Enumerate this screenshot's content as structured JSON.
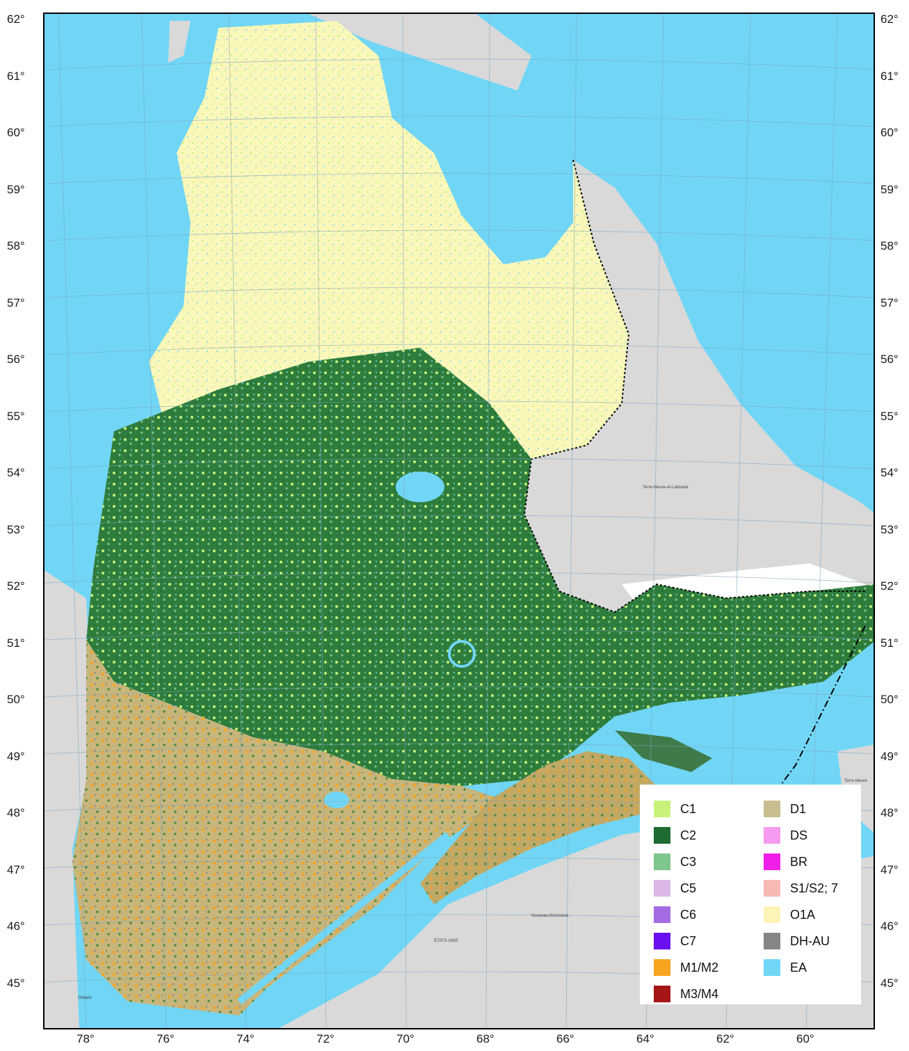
{
  "latitude_labels": [
    "62°",
    "61°",
    "60°",
    "59°",
    "58°",
    "57°",
    "56°",
    "55°",
    "54°",
    "53°",
    "52°",
    "51°",
    "50°",
    "49°",
    "48°",
    "47°",
    "46°",
    "45°"
  ],
  "longitude_labels": [
    "78°",
    "76°",
    "74°",
    "72°",
    "70°",
    "68°",
    "66°",
    "64°",
    "62°",
    "60°"
  ],
  "map_text": {
    "newfoundland_labrador": "Terre-Neuve-et-Labrador",
    "newfoundland_island": "Terre-Neuve",
    "new_brunswick": "Nouveau-Brunswick",
    "united_states": "ÉTATS-UNIS",
    "ontario": "Ontario"
  },
  "legend": {
    "left_column": [
      {
        "label": "C1",
        "color": "#c8f27a"
      },
      {
        "label": "C2",
        "color": "#1f6b33"
      },
      {
        "label": "C3",
        "color": "#7fc58e"
      },
      {
        "label": "C5",
        "color": "#dcb8e8"
      },
      {
        "label": "C6",
        "color": "#a46be3"
      },
      {
        "label": "C7",
        "color": "#6a10f0"
      },
      {
        "label": "M1/M2",
        "color": "#f7a41e"
      },
      {
        "label": "M3/M4",
        "color": "#a51417"
      }
    ],
    "right_column": [
      {
        "label": "D1",
        "color": "#c8bd8e"
      },
      {
        "label": "DS",
        "color": "#f59af0"
      },
      {
        "label": "BR",
        "color": "#f01ee6"
      },
      {
        "label": "S1/S2; 7",
        "color": "#f7b9b4"
      },
      {
        "label": "O1A",
        "color": "#fdf5b7"
      },
      {
        "label": "DH-AU",
        "color": "#868686"
      },
      {
        "label": "EA",
        "color": "#71d6f5"
      }
    ]
  },
  "colors": {
    "water": "#71d6f5",
    "other_land": "#d9d9d9",
    "ice": "#ffffff"
  }
}
